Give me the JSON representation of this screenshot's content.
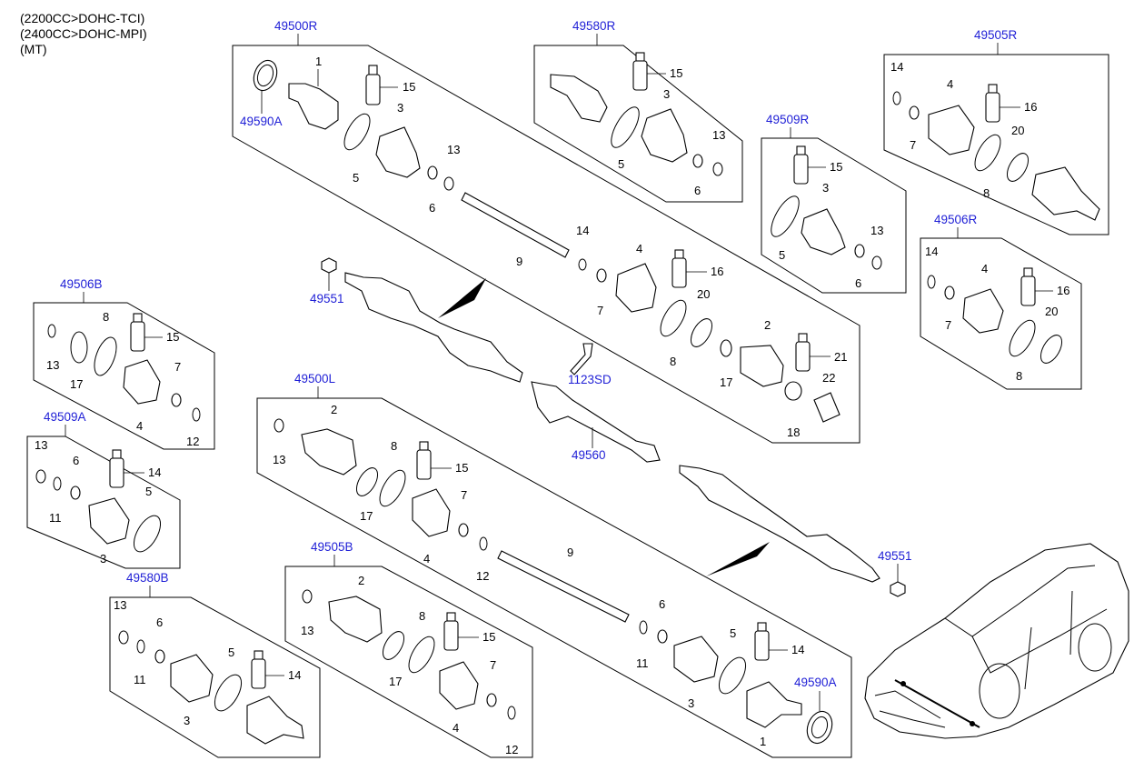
{
  "header": {
    "engine_1": "(2200CC>DOHC-TCI)",
    "engine_2": "(2400CC>DOHC-MPI)",
    "transmission": "(MT)"
  },
  "colors": {
    "ref_text": "#1f1fd6",
    "line": "#000000"
  },
  "groups": {
    "g49500R": "49500R",
    "g49580R": "49580R",
    "g49505R": "49505R",
    "g49509R": "49509R",
    "g49506R": "49506R",
    "g49506B": "49506B",
    "g49509A": "49509A",
    "g49500L": "49500L",
    "g49505B": "49505B",
    "g49580B": "49580B"
  },
  "refs": {
    "r49590A_top": "49590A",
    "r49551_left": "49551",
    "r1123SD": "1123SD",
    "r49560": "49560",
    "r49551_right": "49551",
    "r49590A_bottom": "49590A"
  },
  "parts": {
    "p1": "1",
    "p2": "2",
    "p3": "3",
    "p4": "4",
    "p5": "5",
    "p6": "6",
    "p7": "7",
    "p8": "8",
    "p9": "9",
    "p11": "11",
    "p12": "12",
    "p13": "13",
    "p14": "14",
    "p15": "15",
    "p16": "16",
    "p17": "17",
    "p18": "18",
    "p20": "20",
    "p21": "21",
    "p22": "22"
  }
}
